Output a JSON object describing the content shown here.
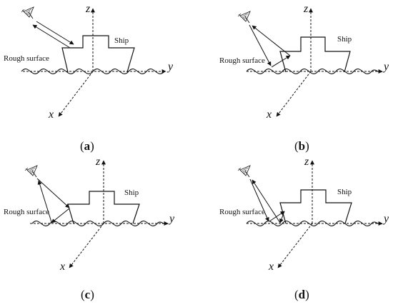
{
  "labels": {
    "ship": "Ship",
    "rough_surface": "Rough surface",
    "axis_x": "x",
    "axis_y": "y",
    "axis_z": "z"
  },
  "panels": [
    {
      "open": "(",
      "letter": "a",
      "close": ")",
      "paths": "direct"
    },
    {
      "open": "(",
      "letter": "b",
      "close": ")",
      "paths": "surface-ship"
    },
    {
      "open": "(",
      "letter": "c",
      "close": ")",
      "paths": "ship-surface"
    },
    {
      "open": "(",
      "letter": "d",
      "close": ")",
      "paths": "surface-ship-surface"
    }
  ],
  "icons": [
    "radar-antenna-icon"
  ]
}
